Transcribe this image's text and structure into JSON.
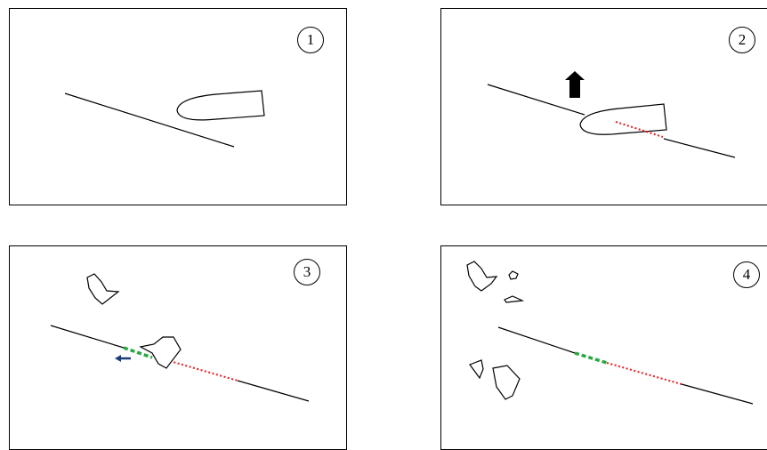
{
  "panels": [
    {
      "id": "1",
      "label": "1"
    },
    {
      "id": "2",
      "label": "2"
    },
    {
      "id": "3",
      "label": "3"
    },
    {
      "id": "4",
      "label": "4"
    }
  ],
  "colors": {
    "line": "#000000",
    "red_dotted": "#e8191c",
    "green_dashed": "#27a841",
    "arrow_black": "#000000",
    "arrow_blue": "#1f3d7a"
  },
  "icons": {
    "panel_2_arrow": "up-arrow-icon",
    "panel_3_arrow": "left-arrow-icon"
  }
}
